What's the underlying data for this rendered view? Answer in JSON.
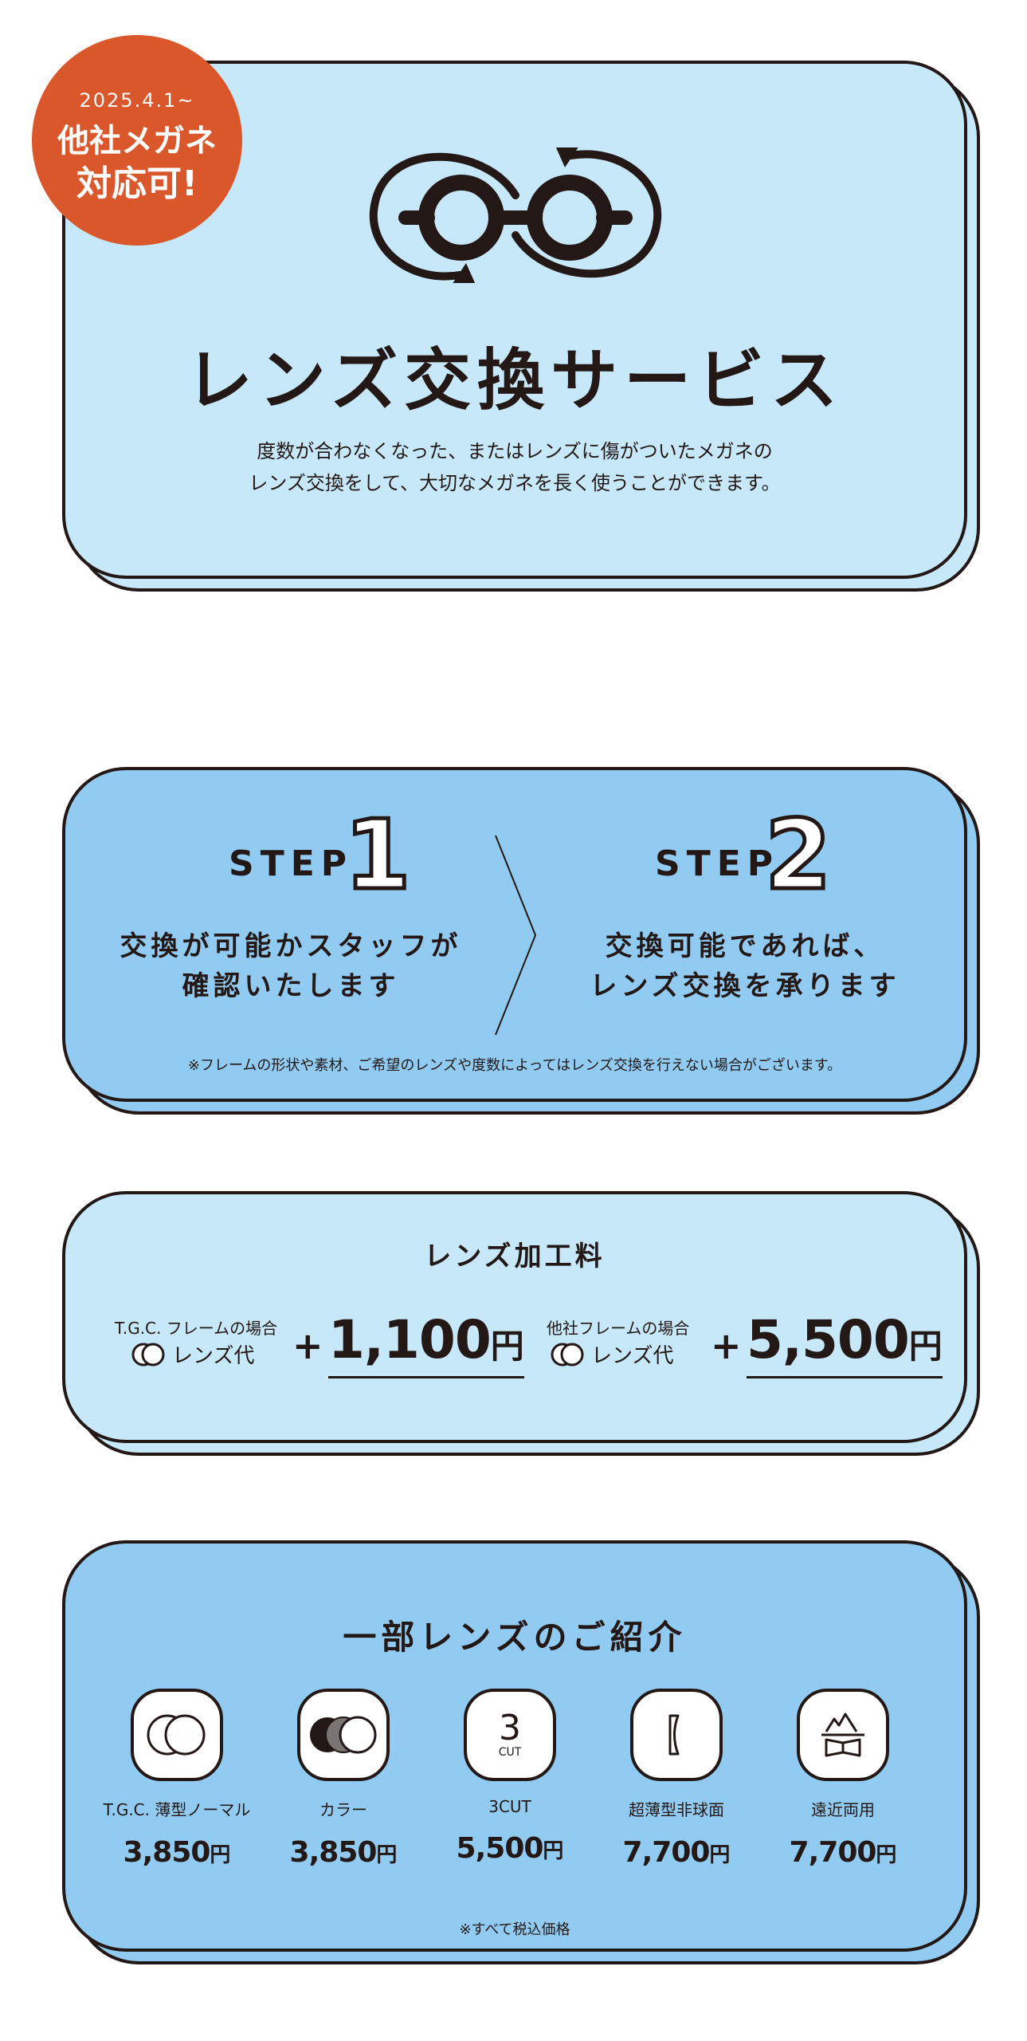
{
  "badge": {
    "date": "2025.4.1~",
    "line1": "他社メガネ",
    "line2": "対応可!"
  },
  "hero": {
    "icon": "glasses-exchange-icon",
    "title": "レンズ交換サービス",
    "desc_line1": "度数が合わなくなった、またはレンズに傷がついたメガネの",
    "desc_line2": "レンズ交換をして、大切なメガネを長く使うことができます。"
  },
  "steps": {
    "items": [
      {
        "label": "STEP",
        "number": "1",
        "text_line1": "交換が可能かスタッフが",
        "text_line2": "確認いたします"
      },
      {
        "label": "STEP",
        "number": "2",
        "text_line1": "交換可能であれば、",
        "text_line2": "レンズ交換を承ります"
      }
    ],
    "note": "※フレームの形状や素材、ご希望のレンズや度数によってはレンズ交換を行えない場合がございます。"
  },
  "processing": {
    "title": "レンズ加工料",
    "items": [
      {
        "caption": "T.G.C. フレームの場合",
        "lens_label": "レンズ代",
        "plus": "+",
        "amount": "1,100",
        "yen": "円"
      },
      {
        "caption": "他社フレームの場合",
        "lens_label": "レンズ代",
        "plus": "+",
        "amount": "5,500",
        "yen": "円"
      }
    ]
  },
  "lenses": {
    "title": "一部レンズのご紹介",
    "items": [
      {
        "icon": "double-circle-lens-icon",
        "name": "T.G.C. 薄型ノーマル",
        "price": "3,850",
        "yen": "円"
      },
      {
        "icon": "color-lens-icon",
        "name": "カラー",
        "price": "3,850",
        "yen": "円"
      },
      {
        "icon": "3cut-icon",
        "icon_text_big": "3",
        "icon_text_small": "CUT",
        "name": "3CUT",
        "price": "5,500",
        "yen": "円"
      },
      {
        "icon": "thin-lens-icon",
        "name": "超薄型非球面",
        "price": "7,700",
        "yen": "円"
      },
      {
        "icon": "mountain-book-icon",
        "name": "遠近両用",
        "price": "7,700",
        "yen": "円"
      }
    ],
    "note": "※すべて税込価格"
  },
  "colors": {
    "badge": "#d9572a",
    "light_card": "#c6e8f9",
    "mid_card": "#91cbf2",
    "ink": "#231815"
  }
}
